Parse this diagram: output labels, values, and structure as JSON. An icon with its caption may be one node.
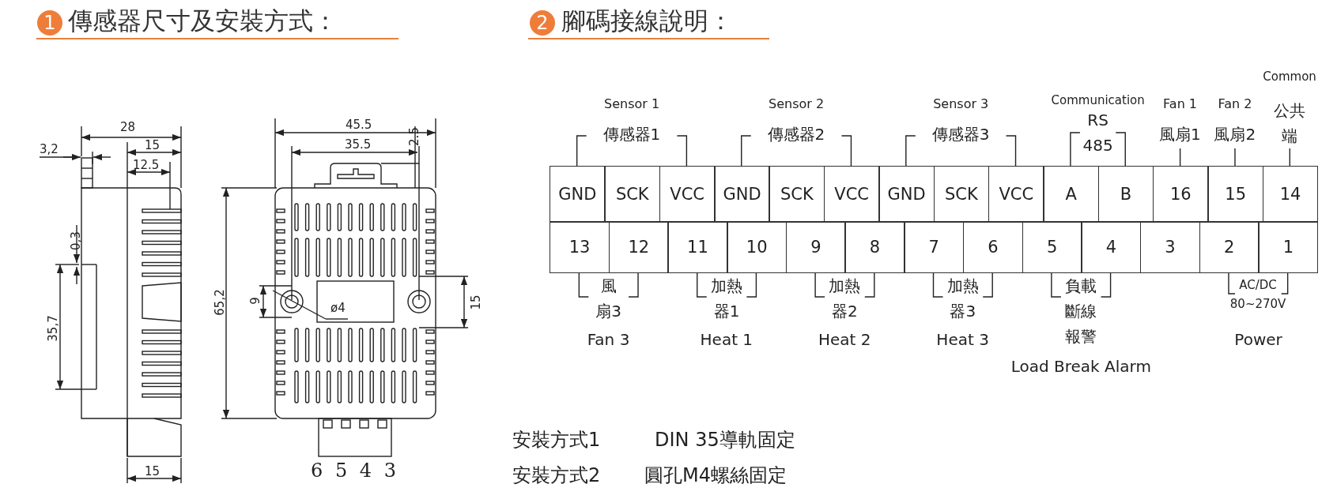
{
  "diagram": {
    "labels": [
      "1",
      "傳感器尺寸及安裝方式：",
      "2",
      "腳碼接線說明：",
      "28",
      "3,2",
      "15",
      "12.5",
      "45.5",
      "35.5",
      "2.5",
      "0,3",
      "65,2",
      "9",
      "ø4",
      "15",
      "35,7",
      "15",
      "6 5 4 3",
      "Common",
      "Sensor 1",
      "Sensor 2",
      "Sensor 3",
      "Communication",
      "Fan 1",
      "Fan 2",
      "公共端",
      "傳感器1",
      "傳感器2",
      "傳感器3",
      "RS 485",
      "風扇1",
      "風扇2",
      "GND",
      "SCK",
      "VCC",
      "GND",
      "SCK",
      "VCC",
      "GND",
      "SCK",
      "VCC",
      "A",
      "B",
      "16",
      "15",
      "14",
      "13",
      "12",
      "11",
      "10",
      "9",
      "8",
      "7",
      "6",
      "5",
      "4",
      "3",
      "2",
      "1",
      "風扇3",
      "加熱器1",
      "加熱器2",
      "加熱器3",
      "負載斷線報警",
      "AC/DC",
      "80~270V",
      "Fan 3",
      "Heat 1",
      "Heat 2",
      "Heat 3",
      "Power",
      "Load Break Alarm",
      "安裝方式1",
      "DIN 35導軌固定",
      "安裝方式2",
      "圓孔M4螺絲固定"
    ]
  }
}
